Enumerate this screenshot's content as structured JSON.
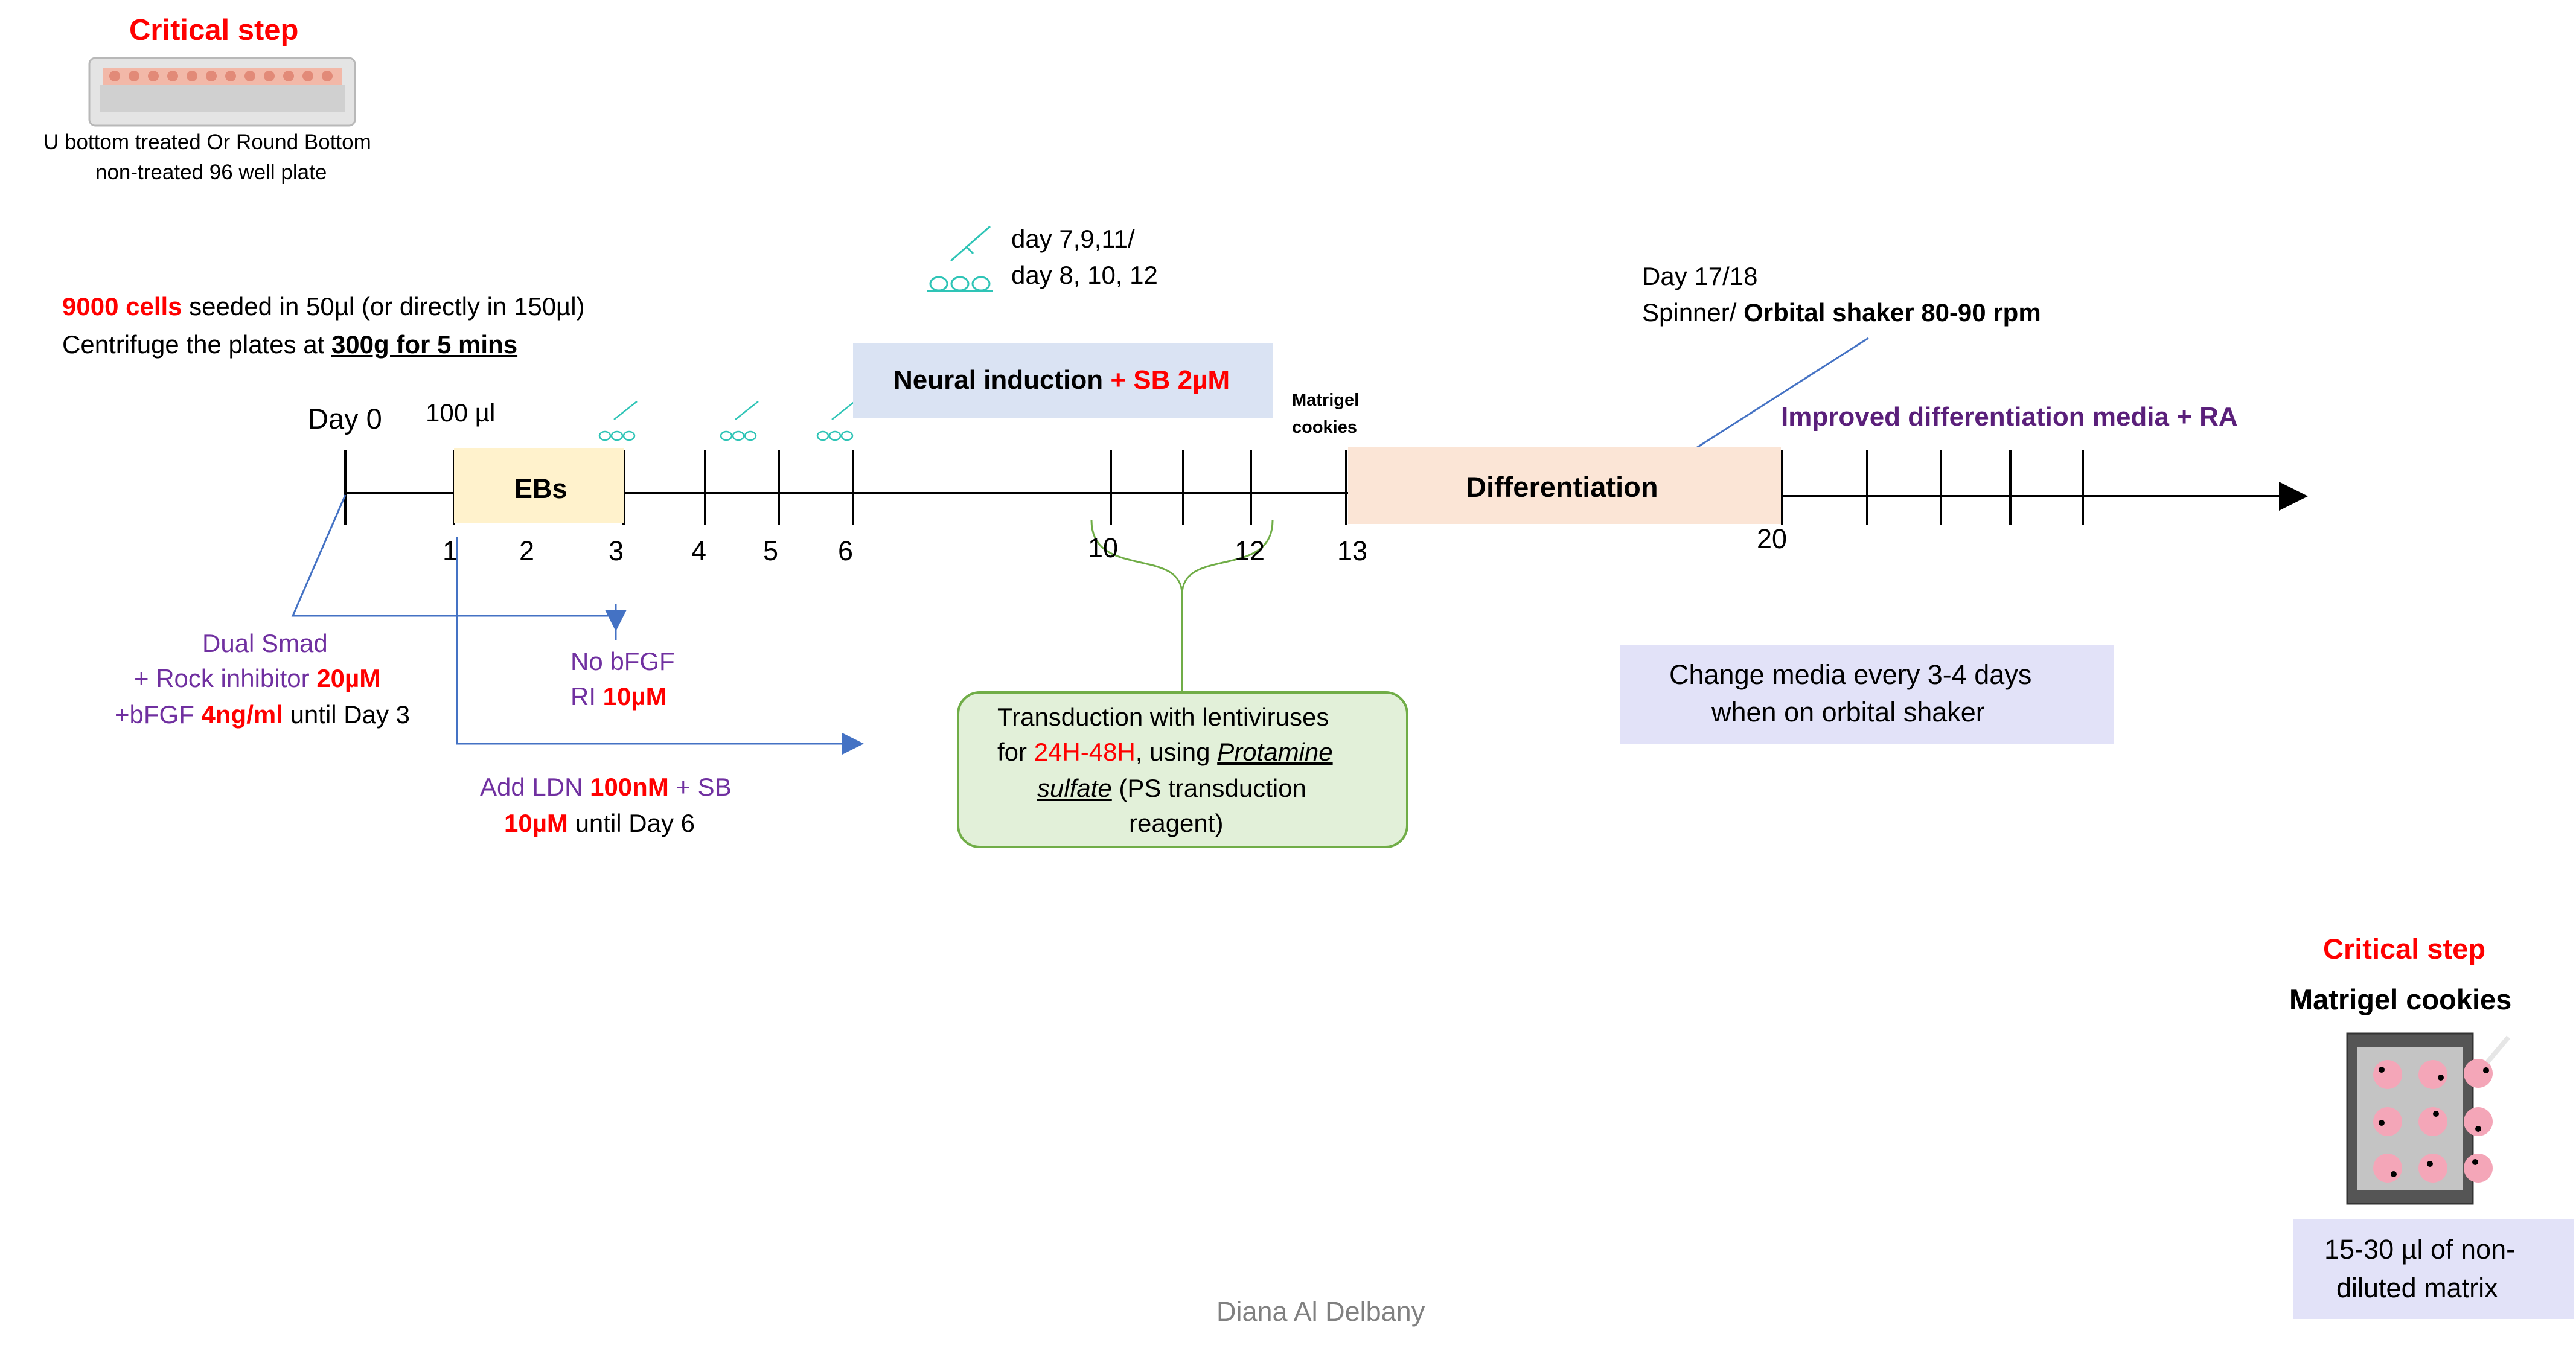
{
  "header": {
    "critical_step": "Critical step",
    "plate_caption_1": "U bottom treated Or Round Bottom",
    "plate_caption_2": "non-treated 96 well plate"
  },
  "seeding": {
    "cells": "9000 cells",
    "seeded_rest": " seeded in 50µl (or directly in 150µl)",
    "centrifuge_prefix": "Centrifuge the plates at ",
    "centrifuge_value": "300g for 5 mins"
  },
  "feeding": {
    "line1": "day 7,9,11/",
    "line2": "day 8, 10, 12",
    "day17": "Day 17/18",
    "spinner_prefix": "Spinner/ ",
    "spinner_value": "Orbital shaker 80-90 rpm"
  },
  "timeline": {
    "day0": "Day 0",
    "volume": "100 µl",
    "ticks": [
      "1",
      "2",
      "3",
      "4",
      "5",
      "6",
      "10",
      "12",
      "13",
      "20"
    ],
    "ebs": "EBs",
    "differentiation": "Differentiation",
    "neural_induction": "Neural induction",
    "neural_sb": " + SB 2µM",
    "matrigel_1": "Matrigel",
    "matrigel_2": "cookies",
    "improved": "Improved differentiation media + RA"
  },
  "annotations": {
    "dual_smad": "Dual Smad",
    "rock_prefix": "+ Rock inhibitor ",
    "rock_value": "20µM",
    "bfgf_prefix": "+bFGF ",
    "bfgf_value": "4ng/ml",
    "bfgf_until": " until Day 3",
    "no_bfgf": "No bFGF",
    "ri_prefix": "RI ",
    "ri_value": "10µM",
    "ldn_prefix": "Add LDN ",
    "ldn_value": "100nM",
    "ldn_sb": " + SB",
    "sb_value": "10µM",
    "sb_until": " until Day 6"
  },
  "transduction": {
    "line1": "Transduction with lentiviruses",
    "for": "for ",
    "hours": "24H-48H",
    "using": ", using ",
    "protamine": "Protamine",
    "sulfate": "sulfate",
    "ps_rest": " (PS transduction",
    "reagent": "reagent)"
  },
  "media_change": {
    "line1": "Change media every 3-4 days",
    "line2": "when on orbital shaker"
  },
  "cookies": {
    "critical_step": "Critical step",
    "title": "Matrigel cookies",
    "matrix_1": "15-30 µl of non-",
    "matrix_2": "diluted matrix"
  },
  "author": "Diana Al Delbany",
  "colors": {
    "ebs_box": "#fff2cc",
    "neural_box": "#dae3f3",
    "differentiation_box": "#fbe5d6",
    "transduction_box": "#e2f0d9",
    "transduction_border": "#70ad47",
    "media_box": "#e2e2f8",
    "arrow_blue": "#4472c4",
    "pipette": "#2ec4b6",
    "cookie": "#f4a6b8"
  }
}
